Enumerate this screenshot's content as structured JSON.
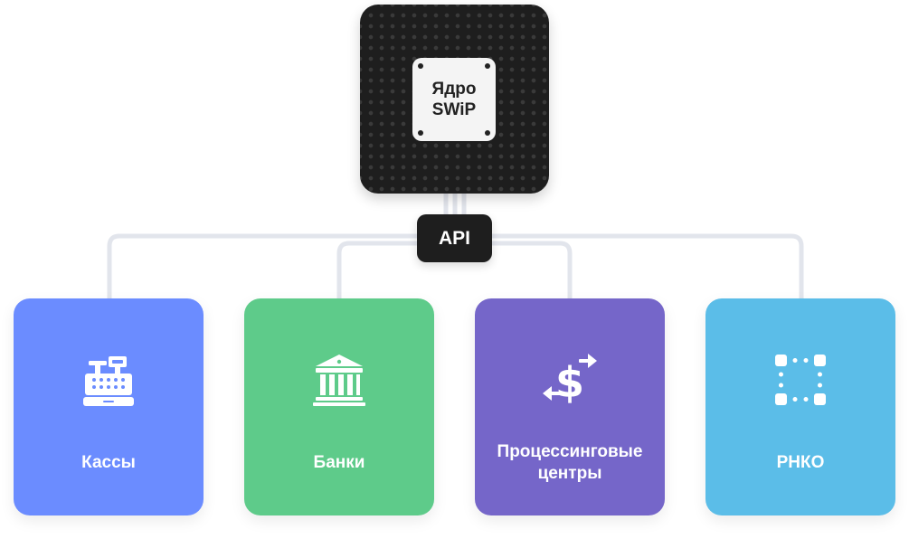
{
  "core": {
    "line1": "Ядро",
    "line2": "SWiP",
    "chip_color": "#1e1e1e"
  },
  "api": {
    "label": "API"
  },
  "connector_color": "#e2e5ec",
  "cards": [
    {
      "label": "Кассы",
      "color": "#6b8cff",
      "icon": "cash-register-icon"
    },
    {
      "label": "Банки",
      "color": "#5ecb8a",
      "icon": "bank-icon"
    },
    {
      "label": "Процессинговые центры",
      "color": "#7566c9",
      "icon": "currency-exchange-icon"
    },
    {
      "label": "РНКО",
      "color": "#5bbde8",
      "icon": "network-nodes-icon"
    }
  ]
}
